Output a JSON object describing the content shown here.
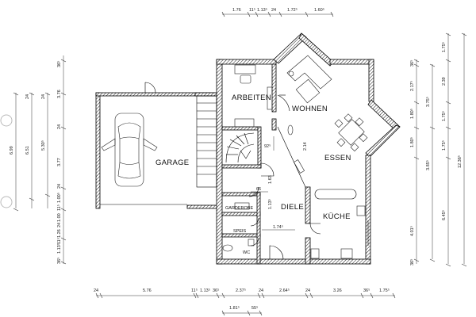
{
  "rooms": {
    "garage": "GARAGE",
    "arbeiten": "ARBEITEN",
    "wohnen": "WOHNEN",
    "essen": "ESSEN",
    "diele": "DIELE",
    "kueche": "KÜCHE",
    "garderobe": "GARDEROBE",
    "speis": "SPEIS",
    "wc": "WC"
  },
  "dims": {
    "top": [
      "1.76",
      "11⁵",
      "1.13⁵",
      "24",
      "1.72⁵",
      "1.60⁵"
    ],
    "bottom_row1": [
      "24",
      "5.76",
      "11⁵",
      "1.13⁵",
      "36⁵",
      "2.37⁵",
      "24",
      "2.64⁵",
      "24",
      "3.26",
      "36⁵",
      "1.75⁵"
    ],
    "bottom_row2": [
      "1.81⁵",
      "55⁵"
    ],
    "left_outer": [
      "6.99"
    ],
    "left_mid": [
      "6.51",
      "24"
    ],
    "left_inner": [
      "5.30⁵",
      "24"
    ],
    "left_edge": [
      "3.76",
      "36⁵",
      "24",
      "3.77",
      "24",
      "1.00⁵",
      "11⁵",
      "1.00",
      "24",
      "1.26",
      "11⁵",
      "1.13⁵",
      "36⁵"
    ],
    "right_a": [
      "36⁵",
      "2.17⁵",
      "1.80⁵",
      "1.80⁵",
      "4.01⁵",
      "36⁵"
    ],
    "right_b": [
      "3.75⁵",
      "3.85⁵"
    ],
    "right_c": [
      "1.75⁵",
      "2.39",
      "1.75⁵",
      "1.75⁵",
      "6.45⁵"
    ],
    "right_d": [
      "12.36⁵"
    ],
    "interior": [
      "92⁵",
      "2.14",
      "66",
      "1.63",
      "1.13⁵",
      "1.74⁵"
    ]
  }
}
